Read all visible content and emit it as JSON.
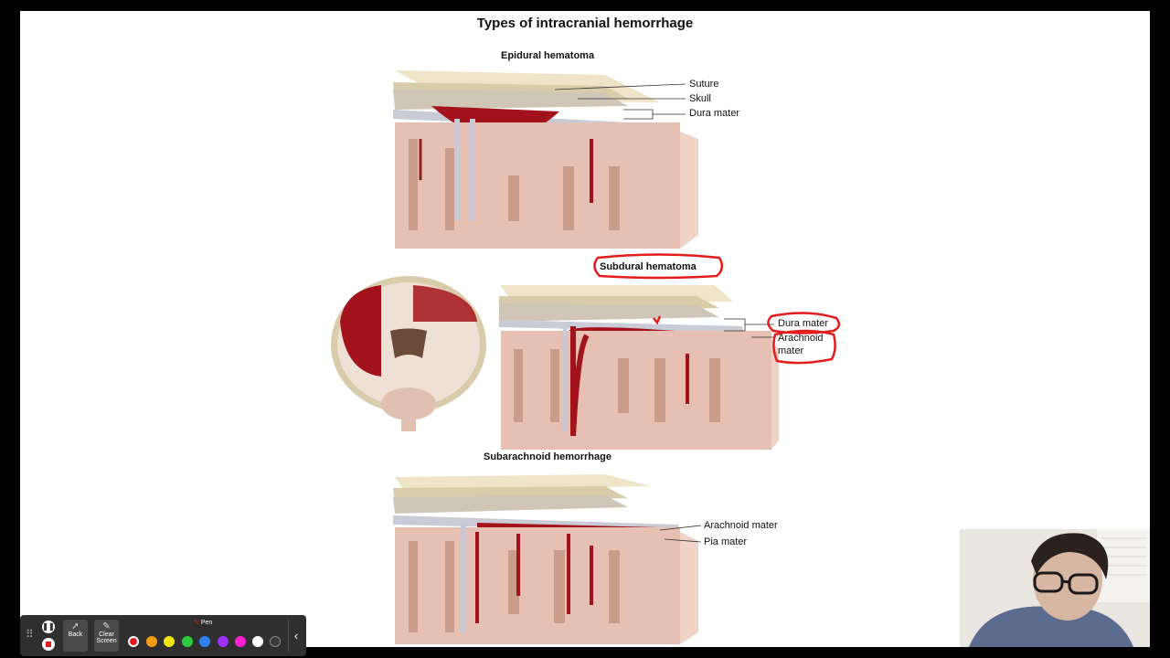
{
  "slide": {
    "title": "Types of intracranial hemorrhage",
    "epidural": {
      "heading": "Epidural hematoma",
      "labels": [
        "Suture",
        "Skull",
        "Dura mater"
      ]
    },
    "subdural": {
      "heading": "Subdural hematoma",
      "labels": [
        "Dura mater",
        "Arachnoid",
        "mater"
      ]
    },
    "subarachnoid": {
      "heading": "Subarachnoid hemorrhage",
      "labels": [
        "Arachnoid mater",
        "Pia mater"
      ]
    }
  },
  "toolbar": {
    "grip_icon": "drag-handle-icon",
    "back_label": "Back",
    "clear_label_1": "Clear",
    "clear_label_2": "Screen",
    "pen_label": "Pen",
    "colors": [
      "#e31c1c",
      "#f39c12",
      "#f1e40f",
      "#2ecc40",
      "#2f80ed",
      "#9b30ff",
      "#ff1fd0",
      "#ffffff",
      "#3a3a3a"
    ],
    "selected_color": "#e31c1c"
  },
  "colors": {
    "annotation": "#e31c1c",
    "blood": "#a3131b",
    "brain": "#e8c2b4",
    "skull": "#e7dcc4",
    "dura": "#c7c9d4"
  }
}
